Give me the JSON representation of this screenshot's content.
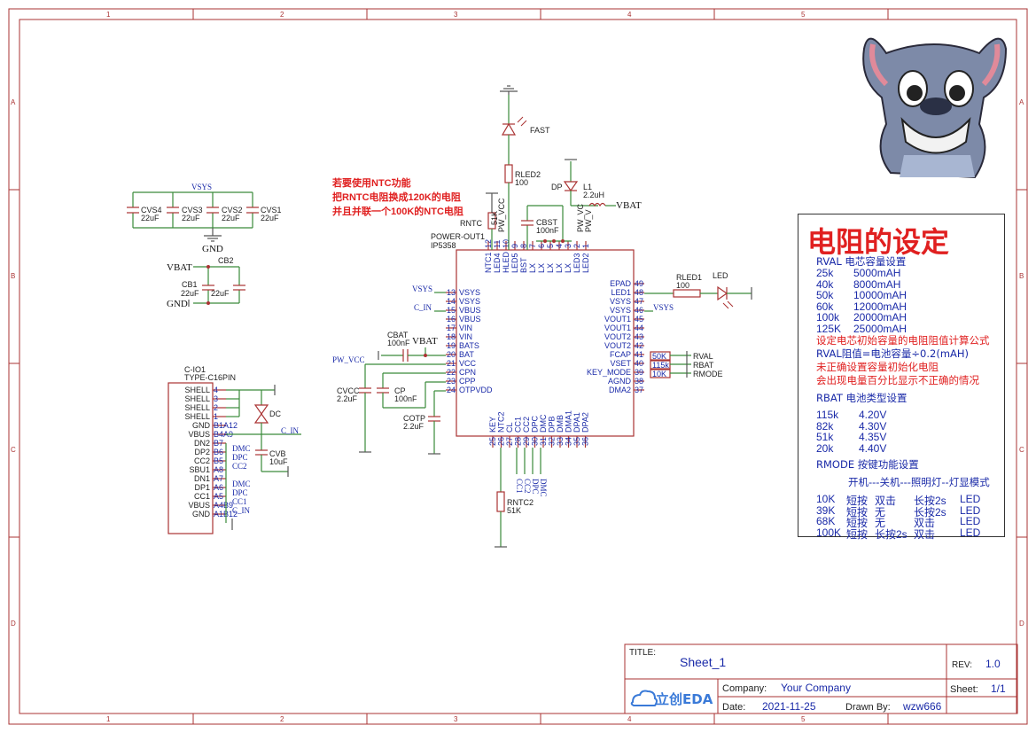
{
  "ruler": {
    "cols": [
      "1",
      "2",
      "3",
      "4",
      "5"
    ],
    "rows": [
      "A",
      "B",
      "C",
      "D"
    ]
  },
  "title_block": {
    "title_label": "TITLE:",
    "title": "Sheet_1",
    "rev_label": "REV:",
    "rev": "1.0",
    "logo": "立创EDA",
    "company_label": "Company:",
    "company": "Your Company",
    "sheet_label": "Sheet:",
    "sheet": "1/1",
    "date_label": "Date:",
    "date": "2021-11-25",
    "drawn_label": "Drawn By:",
    "drawn": "wzw666"
  },
  "annotation": {
    "line1": "若要使用NTC功能",
    "line2": "把RNTC电阻换成120K的电阻",
    "line3": "并且并联一个100K的NTC电阻"
  },
  "ic": {
    "ref": "POWER-OUT1",
    "value": "IP5358",
    "top_pins": [
      {
        "no": "12",
        "name": "NTC1"
      },
      {
        "no": "11",
        "name": "LED4"
      },
      {
        "no": "10",
        "name": "HLED"
      },
      {
        "no": "9",
        "name": "LED5"
      },
      {
        "no": "8",
        "name": "BST"
      },
      {
        "no": "7",
        "name": "LX"
      },
      {
        "no": "6",
        "name": "LX"
      },
      {
        "no": "5",
        "name": "LX"
      },
      {
        "no": "4",
        "name": "LX"
      },
      {
        "no": "3",
        "name": "LX"
      },
      {
        "no": "2",
        "name": "LED3"
      },
      {
        "no": "1",
        "name": "LED2"
      }
    ],
    "left_pins": [
      {
        "no": "13",
        "name": "VSYS"
      },
      {
        "no": "14",
        "name": "VSYS"
      },
      {
        "no": "15",
        "name": "VBUS"
      },
      {
        "no": "16",
        "name": "VBUS"
      },
      {
        "no": "17",
        "name": "VIN"
      },
      {
        "no": "18",
        "name": "VIN"
      },
      {
        "no": "19",
        "name": "BATS"
      },
      {
        "no": "20",
        "name": "BAT"
      },
      {
        "no": "21",
        "name": "VCC"
      },
      {
        "no": "22",
        "name": "CPN"
      },
      {
        "no": "23",
        "name": "CPP"
      },
      {
        "no": "24",
        "name": "OTPVDD"
      }
    ],
    "right_pins": [
      {
        "no": "49",
        "name": "EPAD"
      },
      {
        "no": "48",
        "name": "LED1"
      },
      {
        "no": "47",
        "name": "VSYS"
      },
      {
        "no": "46",
        "name": "VSYS"
      },
      {
        "no": "45",
        "name": "VOUT1"
      },
      {
        "no": "44",
        "name": "VOUT1"
      },
      {
        "no": "43",
        "name": "VOUT2"
      },
      {
        "no": "42",
        "name": "VOUT2"
      },
      {
        "no": "41",
        "name": "FCAP"
      },
      {
        "no": "40",
        "name": "VSET"
      },
      {
        "no": "39",
        "name": "KEY_MODE"
      },
      {
        "no": "38",
        "name": "AGND"
      },
      {
        "no": "37",
        "name": "DMA2"
      }
    ],
    "bottom_pins": [
      {
        "no": "25",
        "name": "KEY"
      },
      {
        "no": "26",
        "name": "NTC2"
      },
      {
        "no": "27",
        "name": "CL"
      },
      {
        "no": "28",
        "name": "CC1"
      },
      {
        "no": "29",
        "name": "CC2"
      },
      {
        "no": "30",
        "name": "DPC"
      },
      {
        "no": "31",
        "name": "DMC"
      },
      {
        "no": "32",
        "name": "DPB"
      },
      {
        "no": "33",
        "name": "DMB"
      },
      {
        "no": "34",
        "name": "DMA1"
      },
      {
        "no": "35",
        "name": "DPA1"
      },
      {
        "no": "36",
        "name": "DPA2"
      }
    ]
  },
  "connector": {
    "ref": "C-IO1",
    "value": "TYPE-C16PIN",
    "pins": [
      {
        "name": "SHELL",
        "no": "4"
      },
      {
        "name": "SHELL",
        "no": "3"
      },
      {
        "name": "SHELL",
        "no": "2"
      },
      {
        "name": "SHELL",
        "no": "1"
      },
      {
        "name": "GND",
        "no": "B1A12"
      },
      {
        "name": "VBUS",
        "no": "B4A9"
      },
      {
        "name": "DN2",
        "no": "B7"
      },
      {
        "name": "DP2",
        "no": "B6"
      },
      {
        "name": "CC2",
        "no": "B5"
      },
      {
        "name": "SBU1",
        "no": "A8"
      },
      {
        "name": "DN1",
        "no": "A7"
      },
      {
        "name": "DP1",
        "no": "A6"
      },
      {
        "name": "CC1",
        "no": "A5"
      },
      {
        "name": "VBUS",
        "no": "A4B9"
      },
      {
        "name": "GND",
        "no": "A1B12"
      }
    ],
    "nets": [
      "DMC",
      "DPC",
      "CC2",
      "DMC",
      "DPC",
      "CC1",
      "C_IN"
    ]
  },
  "components": {
    "cvs4": {
      "ref": "CVS4",
      "val": "22uF"
    },
    "cvs3": {
      "ref": "CVS3",
      "val": "22uF"
    },
    "cvs2": {
      "ref": "CVS2",
      "val": "22uF"
    },
    "cvs1": {
      "ref": "CVS1",
      "val": "22uF"
    },
    "cb2": {
      "ref": "CB2"
    },
    "cb1": {
      "ref": "CB1",
      "val1": "22uF",
      "val2": "22uF"
    },
    "cbat": {
      "ref": "CBAT",
      "val": "100nF"
    },
    "cvcc": {
      "ref": "CVCC",
      "val": "2.2uF"
    },
    "cp": {
      "ref": "CP",
      "val": "100nF"
    },
    "cotp": {
      "ref": "COTP",
      "val": "2.2uF"
    },
    "cbst": {
      "ref": "CBST",
      "val": "100nF"
    },
    "rled2": {
      "ref": "RLED2",
      "val": "100"
    },
    "rled1": {
      "ref": "RLED1",
      "val": "100"
    },
    "rntc": {
      "ref": "RNTC",
      "val": "51K"
    },
    "rntc2": {
      "ref": "RNTC2",
      "val": "51K"
    },
    "l1": {
      "ref": "L1",
      "val": "2.2uH"
    },
    "dp": {
      "ref": "DP"
    },
    "dc": {
      "ref": "DC"
    },
    "cvb": {
      "ref": "CVB",
      "val": "10uF"
    },
    "fast": {
      "ref": "FAST"
    },
    "led": {
      "ref": "LED"
    },
    "rval": {
      "val": "50K",
      "net": "RVAL"
    },
    "rbat": {
      "val": "115k",
      "net": "RBAT"
    },
    "rmode": {
      "val": "10K",
      "net": "RMODE"
    }
  },
  "nets": {
    "vsys": "VSYS",
    "gnd": "GND",
    "vbat": "VBAT",
    "c_in": "C_IN",
    "pw_vcc": "PW_VCC",
    "pw_vc": "PW_VC",
    "pw_v": "PW_V",
    "cc1": "CC1",
    "cc2": "CC2",
    "dpc": "DPC",
    "dmc": "DMC"
  },
  "settings": {
    "heading": "电阻的设定",
    "rval_title": "RVAL 电芯容量设置",
    "rval_rows": [
      [
        "25k",
        "5000mAH"
      ],
      [
        "40k",
        "8000mAH"
      ],
      [
        "50k",
        "10000mAH"
      ],
      [
        "60k",
        "12000mAH"
      ],
      [
        "100k",
        "20000mAH"
      ],
      [
        "125K",
        "25000mAH"
      ]
    ],
    "note1": "设定电芯初始容量的电阻阻值计算公式",
    "note2": "RVAL阻值=电池容量÷0.2(mAH)",
    "note3": "未正确设置容量初始化电阻",
    "note4": "会出现电量百分比显示不正确的情况",
    "rbat_title": "RBAT 电池类型设置",
    "rbat_rows": [
      [
        "115k",
        "4.20V"
      ],
      [
        "82k",
        "4.30V"
      ],
      [
        "51k",
        "4.35V"
      ],
      [
        "20k",
        "4.40V"
      ]
    ],
    "rmode_title": "RMODE 按键功能设置",
    "rmode_header": "开机---关机---照明灯--灯显模式",
    "rmode_rows": [
      [
        "10K",
        "短按",
        "双击",
        "长按2s",
        "LED"
      ],
      [
        "39K",
        "短按",
        "无",
        "长按2s",
        "LED"
      ],
      [
        "68K",
        "短按",
        "无",
        "双击",
        "LED"
      ],
      [
        "100K",
        "短按",
        "长按2s",
        "双击",
        "LED"
      ]
    ]
  },
  "colors": {
    "frame": "#aa3333",
    "wire": "#3a8a3a",
    "net": "#1a2aa8",
    "accent": "#e02020"
  }
}
